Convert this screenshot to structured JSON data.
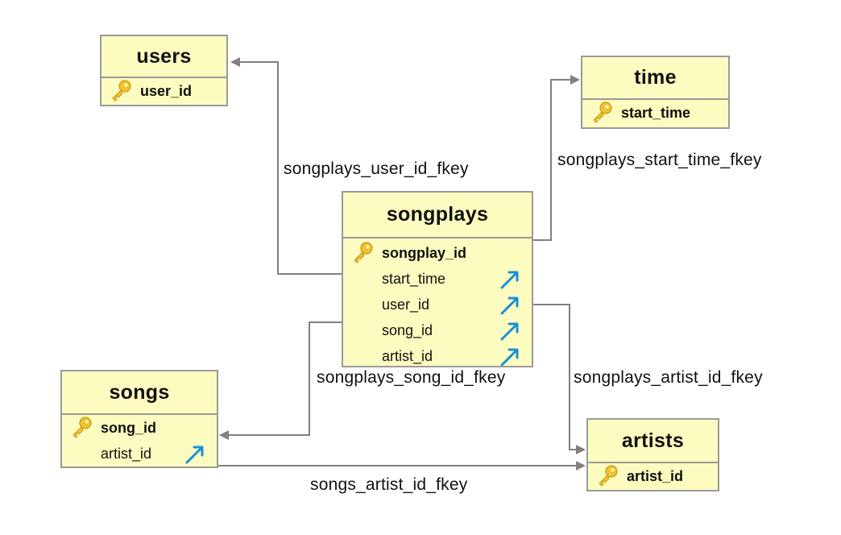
{
  "diagram": {
    "tables": {
      "users": {
        "name": "users",
        "columns": [
          "user_id"
        ]
      },
      "time": {
        "name": "time",
        "columns": [
          "start_time"
        ]
      },
      "songplays": {
        "name": "songplays",
        "columns": [
          "songplay_id",
          "start_time",
          "user_id",
          "song_id",
          "artist_id"
        ]
      },
      "songs": {
        "name": "songs",
        "columns": [
          "song_id",
          "artist_id"
        ]
      },
      "artists": {
        "name": "artists",
        "columns": [
          "artist_id"
        ]
      }
    },
    "relationships": {
      "user_fk": "songplays_user_id_fkey",
      "time_fk": "songplays_start_time_fkey",
      "song_fk": "songplays_song_id_fkey",
      "artist_fk": "songplays_artist_id_fkey",
      "songs_artist_fk": "songs_artist_id_fkey"
    },
    "icons": {
      "primary_key": "key-icon",
      "foreign_key": "fk-arrow-icon"
    },
    "colors": {
      "table_fill": "#fdfcc0",
      "table_border": "#9a9a9a",
      "connector": "#808080",
      "fk_arrow": "#1a8fd6",
      "key_gold": "#f2c12e"
    }
  }
}
